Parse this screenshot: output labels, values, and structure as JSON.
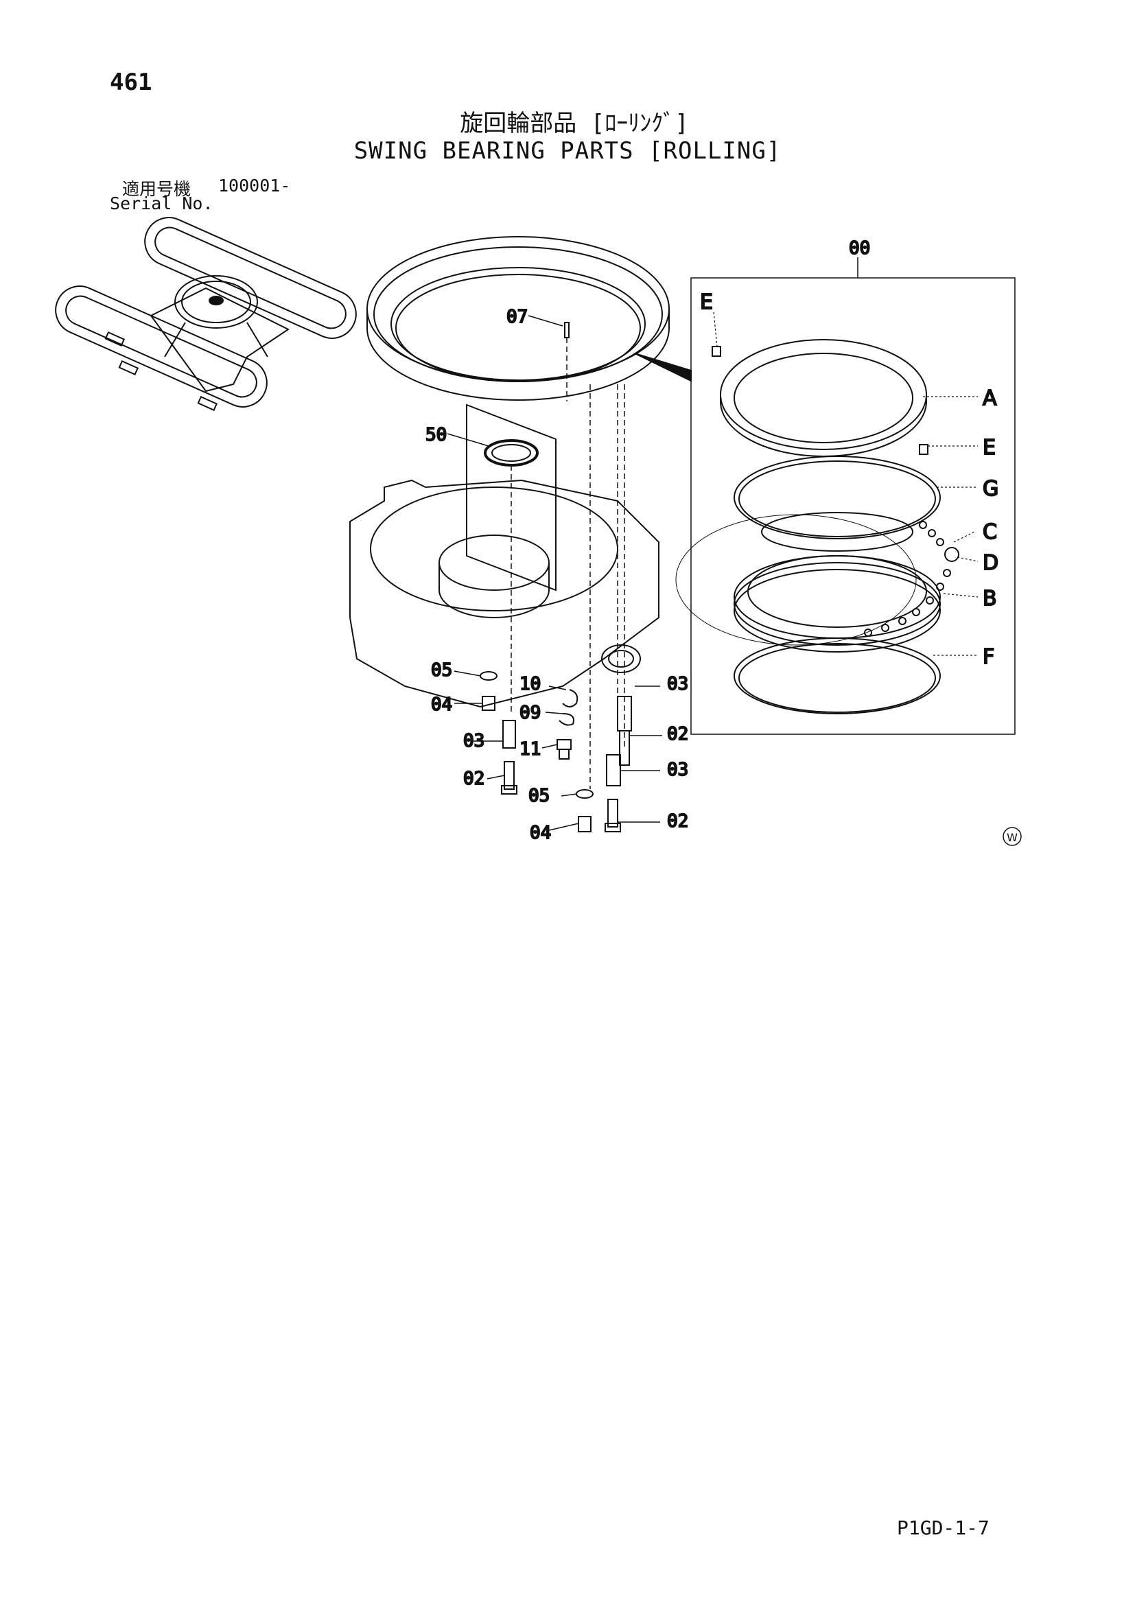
{
  "page": {
    "number": "461",
    "title_ja": "旋回輪部品 [ﾛｰﾘﾝｸﾞ]",
    "title_en": "SWING BEARING PARTS [ROLLING]",
    "serial_ja": "適用号機",
    "serial_value": "100001-",
    "serial_en": "Serial No.",
    "page_code": "P1GD-1-7",
    "mark": "W"
  },
  "callouts": {
    "assembly": "00",
    "pin": "07",
    "seal": "50",
    "washer_a": "05",
    "bolt_a": "04",
    "spacer_a": "03",
    "screw_a": "02",
    "clip_a": "10",
    "clip_b": "09",
    "nut": "11",
    "spacer_b": "03",
    "screw_b": "02",
    "spacer_c": "03",
    "washer_b": "05",
    "screw_c": "02",
    "bolt_b": "04"
  },
  "sub_parts": {
    "e_top": "E",
    "a": "A",
    "e_right": "E",
    "g": "G",
    "c": "C",
    "d": "D",
    "b": "B",
    "f": "F"
  }
}
